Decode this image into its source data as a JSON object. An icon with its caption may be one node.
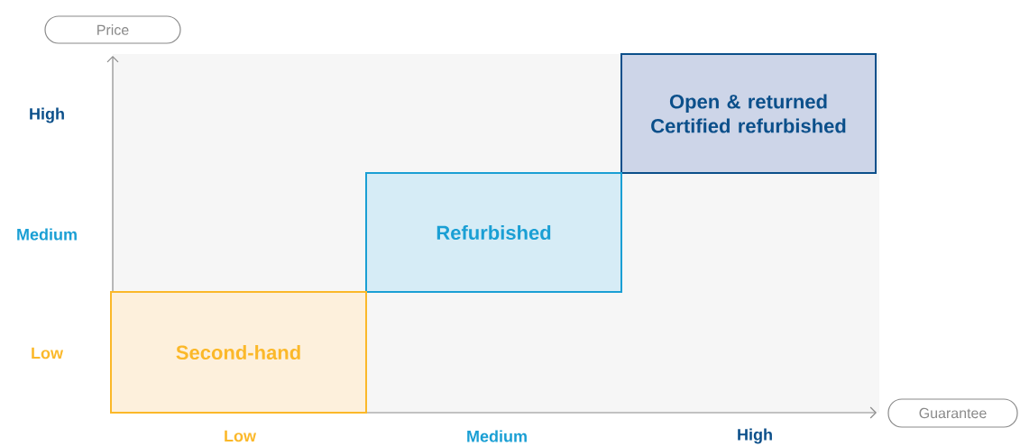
{
  "diagram": {
    "nodes": [
      {
        "text": [
          "Price"
        ]
      },
      {
        "text": [
          "Open & returned Certified refurbished"
        ]
      },
      {
        "text": [
          "Refurbished"
        ]
      },
      {
        "text": [
          "Second-hand"
        ]
      },
      {
        "text": [
          "Guarantee"
        ]
      }
    ],
    "labels": [
      "High",
      "Medium",
      "Low",
      "Low",
      "Medium",
      "High"
    ]
  }
}
